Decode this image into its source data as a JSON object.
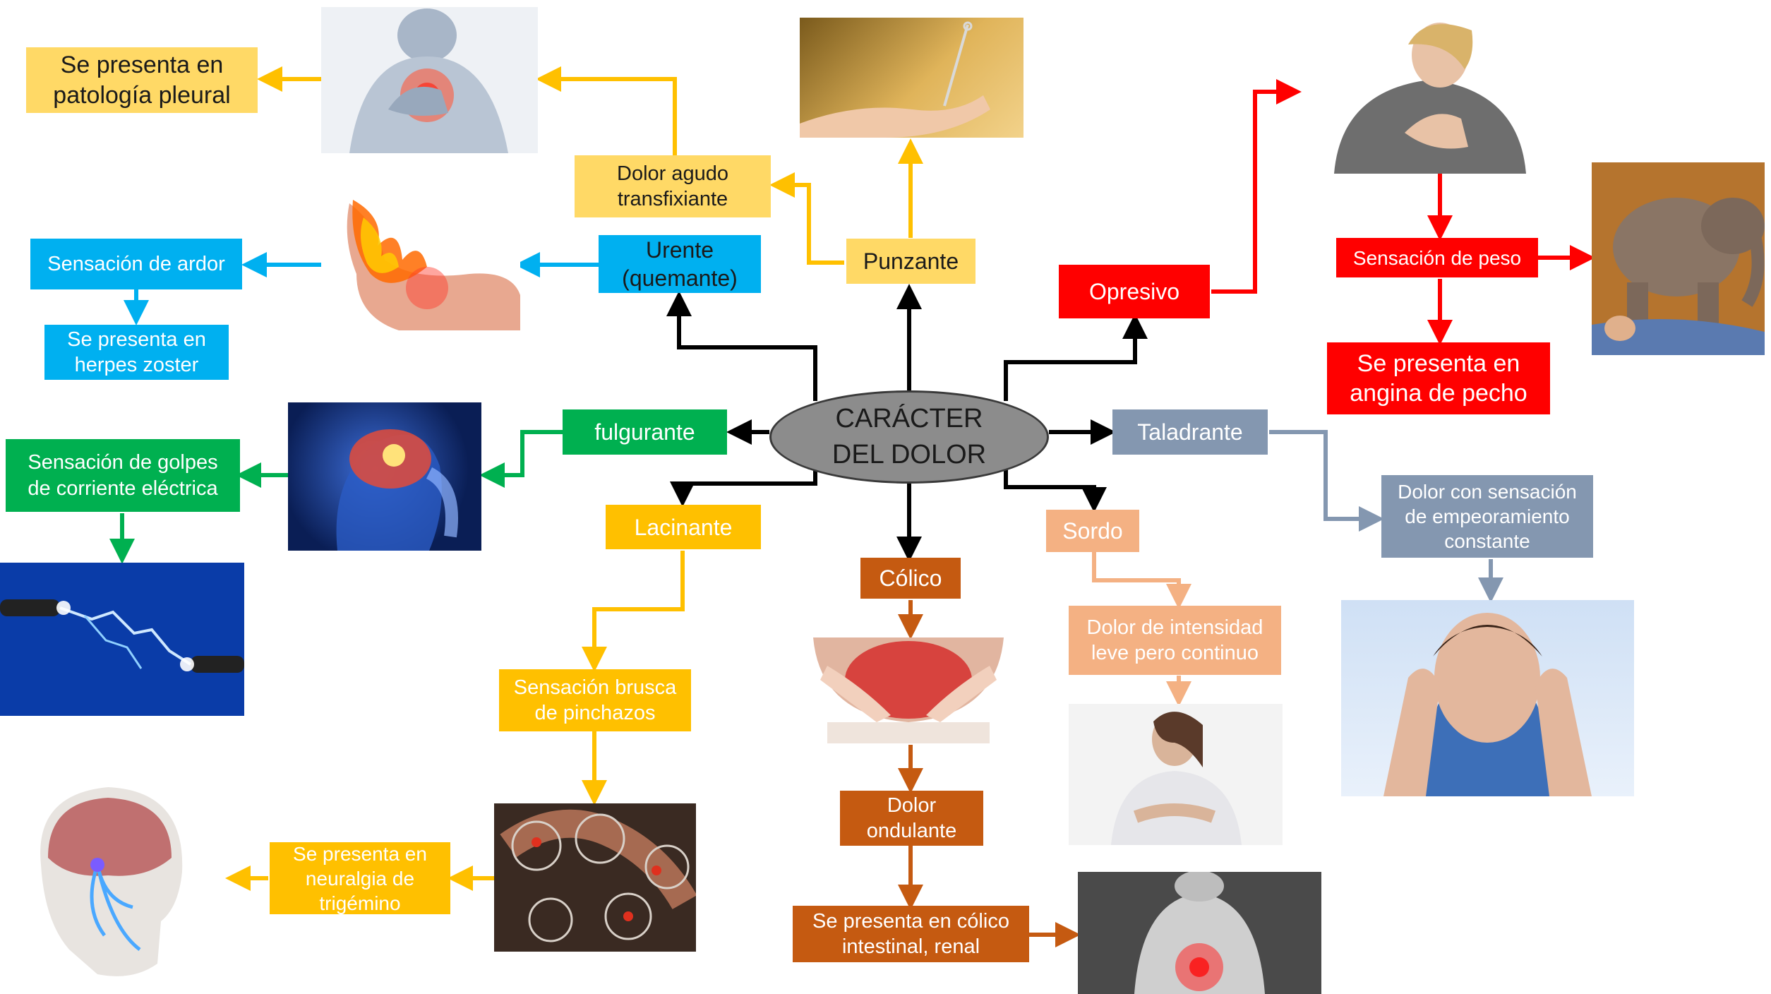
{
  "center_label": "CARÁCTER\nDEL DOLOR",
  "colors": {
    "yellow": "#ffc000",
    "pale_yellow": "#ffd966",
    "blue": "#00b0f0",
    "green": "#00b050",
    "red": "#ff0000",
    "slate": "#8497b0",
    "peach": "#f4b183",
    "brown": "#c55a11",
    "black": "#000000"
  },
  "nodes": {
    "pleural": "Se presenta en\npatología pleural",
    "agudo": "Dolor agudo\ntransfixiante",
    "punzante": "Punzante",
    "urente": "Urente\n(quemante)",
    "ardor": "Sensación de ardor",
    "herpes": "Se presenta en\nherpes zoster",
    "fulgurante": "fulgurante",
    "golpes": "Sensación de golpes\nde corriente eléctrica",
    "lacinante": "Lacinante",
    "brusca": "Sensación brusca\nde pinchazos",
    "neuralgia": "Se presenta en\nneuralgia de\ntrigémino",
    "colico": "Cólico",
    "ondulante": "Dolor\nondulante",
    "colico_intestinal": "Se presenta en cólico\nintestinal, renal",
    "sordo": "Sordo",
    "leve": "Dolor de intensidad\nleve pero continuo",
    "taladrante": "Taladrante",
    "empeoramiento": "Dolor con sensación\nde empeoramiento\nconstante",
    "opresivo": "Opresivo",
    "peso": "Sensación de peso",
    "angina": "Se presenta en\nangina de pecho"
  },
  "images": [
    {
      "name": "chest-pain-man-photo",
      "icon": "chest-pain"
    },
    {
      "name": "needle-finger-photo",
      "icon": "needle"
    },
    {
      "name": "burning-foot-photo",
      "icon": "fire"
    },
    {
      "name": "brain-headache-photo",
      "icon": "brain"
    },
    {
      "name": "electric-spark-photo",
      "icon": "lightning"
    },
    {
      "name": "trigeminal-skull-photo",
      "icon": "skull"
    },
    {
      "name": "joint-pain-photo",
      "icon": "joints"
    },
    {
      "name": "abdominal-cramp-photo",
      "icon": "abdomen"
    },
    {
      "name": "lower-back-pain-photo",
      "icon": "back"
    },
    {
      "name": "woman-stomach-ache-photo",
      "icon": "stomach"
    },
    {
      "name": "woman-migraine-photo",
      "icon": "migraine"
    },
    {
      "name": "woman-chest-pressure-photo",
      "icon": "chest-pressure"
    },
    {
      "name": "elephant-on-man-photo",
      "icon": "elephant"
    }
  ]
}
